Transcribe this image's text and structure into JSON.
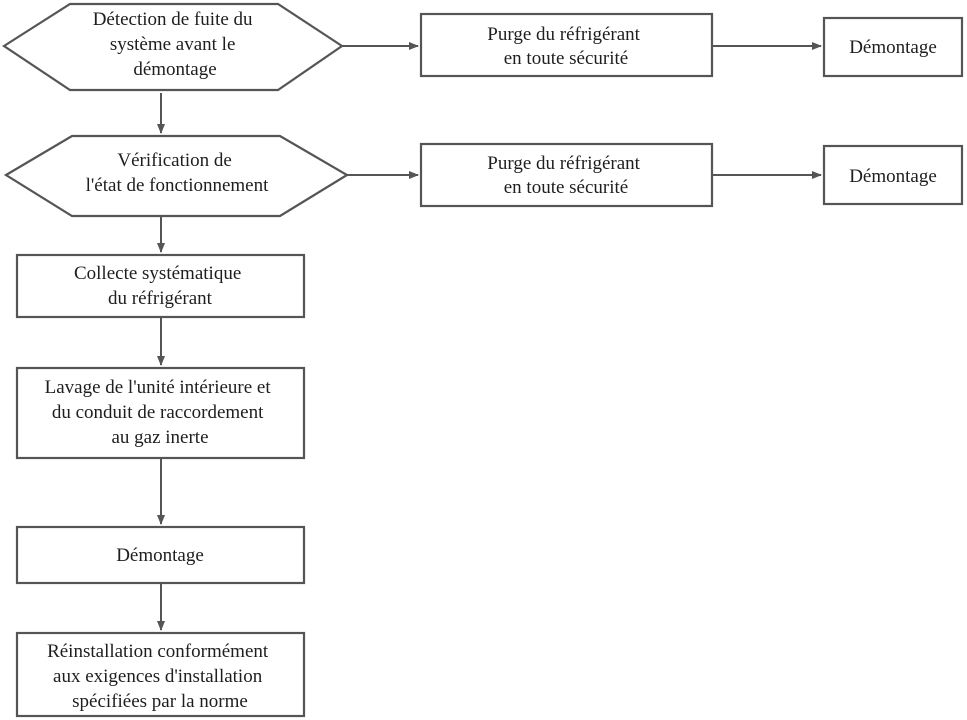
{
  "nodes": {
    "leak_detection": {
      "lines": [
        "Détection de fuite du",
        "système avant le",
        "démontage"
      ]
    },
    "purge_1": {
      "lines": [
        "Purge du réfrigérant",
        "en toute sécurité"
      ]
    },
    "dismantle_1": {
      "lines": [
        "Démontage"
      ]
    },
    "check_operation": {
      "lines": [
        "Vérification de",
        "l'état de fonctionnement"
      ]
    },
    "purge_2": {
      "lines": [
        "Purge du réfrigérant",
        "en toute sécurité"
      ]
    },
    "dismantle_2": {
      "lines": [
        "Démontage"
      ]
    },
    "collection": {
      "lines": [
        "Collecte systématique",
        "du réfrigérant"
      ]
    },
    "washing": {
      "lines": [
        "Lavage de l'unité intérieure et",
        "du conduit de raccordement",
        "au gaz inerte"
      ]
    },
    "dismantle_3": {
      "lines": [
        "Démontage"
      ]
    },
    "reinstall": {
      "lines": [
        "Réinstallation conformément",
        "aux exigences d'installation",
        "spécifiées par la norme"
      ]
    }
  },
  "edges": [
    {
      "from": "leak_detection",
      "to": "purge_1"
    },
    {
      "from": "purge_1",
      "to": "dismantle_1"
    },
    {
      "from": "leak_detection",
      "to": "check_operation"
    },
    {
      "from": "check_operation",
      "to": "purge_2"
    },
    {
      "from": "purge_2",
      "to": "dismantle_2"
    },
    {
      "from": "check_operation",
      "to": "collection"
    },
    {
      "from": "collection",
      "to": "washing"
    },
    {
      "from": "washing",
      "to": "dismantle_3"
    },
    {
      "from": "dismantle_3",
      "to": "reinstall"
    }
  ]
}
